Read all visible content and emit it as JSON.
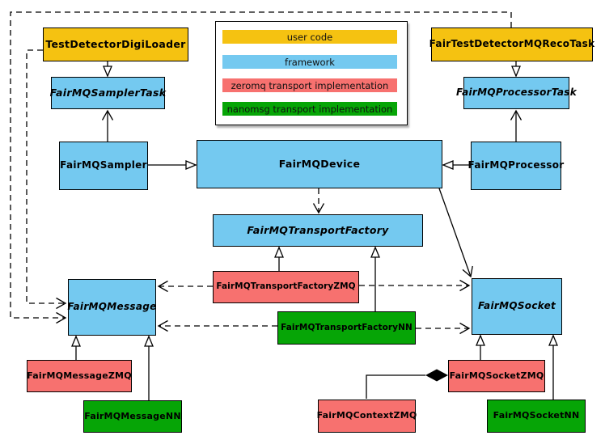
{
  "colors": {
    "user_code": "#F5C211",
    "framework": "#74C9F0",
    "zeromq": "#F7716F",
    "nanomsg": "#06A506",
    "line": "#000000",
    "background": "#FFFFFF"
  },
  "legend": {
    "items": [
      {
        "label": "user code",
        "category": "user_code"
      },
      {
        "label": "framework",
        "category": "framework"
      },
      {
        "label": "zeromq transport implementation",
        "category": "zeromq"
      },
      {
        "label": "nanomsg transport implementation",
        "category": "nanomsg"
      }
    ]
  },
  "nodes": {
    "digiLoader": {
      "label": "TestDetectorDigiLoader",
      "category": "user_code",
      "abstract": false
    },
    "recoTask": {
      "label": "FairTestDetectorMQRecoTask",
      "category": "user_code",
      "abstract": false
    },
    "samplerTask": {
      "label": "FairMQSamplerTask",
      "category": "framework",
      "abstract": true
    },
    "processorTask": {
      "label": "FairMQProcessorTask",
      "category": "framework",
      "abstract": true
    },
    "sampler": {
      "label": "FairMQSampler",
      "category": "framework",
      "abstract": false
    },
    "device": {
      "label": "FairMQDevice",
      "category": "framework",
      "abstract": false
    },
    "processor": {
      "label": "FairMQProcessor",
      "category": "framework",
      "abstract": false
    },
    "factory": {
      "label": "FairMQTransportFactory",
      "category": "framework",
      "abstract": true
    },
    "factoryZMQ": {
      "label": "FairMQTransportFactoryZMQ",
      "category": "zeromq",
      "abstract": false
    },
    "factoryNN": {
      "label": "FairMQTransportFactoryNN",
      "category": "nanomsg",
      "abstract": false
    },
    "message": {
      "label": "FairMQMessage",
      "category": "framework",
      "abstract": true
    },
    "socket": {
      "label": "FairMQSocket",
      "category": "framework",
      "abstract": true
    },
    "messageZMQ": {
      "label": "FairMQMessageZMQ",
      "category": "zeromq",
      "abstract": false
    },
    "messageNN": {
      "label": "FairMQMessageNN",
      "category": "nanomsg",
      "abstract": false
    },
    "contextZMQ": {
      "label": "FairMQContextZMQ",
      "category": "zeromq",
      "abstract": false
    },
    "socketZMQ": {
      "label": "FairMQSocketZMQ",
      "category": "zeromq",
      "abstract": false
    },
    "socketNN": {
      "label": "FairMQSocketNN",
      "category": "nanomsg",
      "abstract": false
    }
  },
  "relationships": [
    {
      "from": "TestDetectorDigiLoader",
      "to": "FairMQSamplerTask",
      "type": "inheritance"
    },
    {
      "from": "FairTestDetectorMQRecoTask",
      "to": "FairMQProcessorTask",
      "type": "inheritance"
    },
    {
      "from": "FairMQSampler",
      "to": "FairMQDevice",
      "type": "inheritance"
    },
    {
      "from": "FairMQProcessor",
      "to": "FairMQDevice",
      "type": "inheritance"
    },
    {
      "from": "FairMQSampler",
      "to": "FairMQSamplerTask",
      "type": "association"
    },
    {
      "from": "FairMQProcessor",
      "to": "FairMQProcessorTask",
      "type": "association"
    },
    {
      "from": "FairMQDevice",
      "to": "FairMQTransportFactory",
      "type": "dependency"
    },
    {
      "from": "FairMQDevice",
      "to": "FairMQSocket",
      "type": "association"
    },
    {
      "from": "FairMQTransportFactoryZMQ",
      "to": "FairMQTransportFactory",
      "type": "inheritance"
    },
    {
      "from": "FairMQTransportFactoryNN",
      "to": "FairMQTransportFactory",
      "type": "inheritance"
    },
    {
      "from": "FairMQTransportFactoryZMQ",
      "to": "FairMQMessage",
      "type": "dependency"
    },
    {
      "from": "FairMQTransportFactoryZMQ",
      "to": "FairMQSocket",
      "type": "dependency"
    },
    {
      "from": "FairMQTransportFactoryNN",
      "to": "FairMQMessage",
      "type": "dependency"
    },
    {
      "from": "FairMQTransportFactoryNN",
      "to": "FairMQSocket",
      "type": "dependency"
    },
    {
      "from": "TestDetectorDigiLoader",
      "to": "FairMQMessage",
      "type": "dependency"
    },
    {
      "from": "FairTestDetectorMQRecoTask",
      "to": "FairMQMessage",
      "type": "dependency"
    },
    {
      "from": "FairMQMessageZMQ",
      "to": "FairMQMessage",
      "type": "inheritance"
    },
    {
      "from": "FairMQMessageNN",
      "to": "FairMQMessage",
      "type": "inheritance"
    },
    {
      "from": "FairMQSocketZMQ",
      "to": "FairMQSocket",
      "type": "inheritance"
    },
    {
      "from": "FairMQSocketNN",
      "to": "FairMQSocket",
      "type": "inheritance"
    },
    {
      "from": "FairMQContextZMQ",
      "to": "FairMQSocketZMQ",
      "type": "composition"
    }
  ]
}
